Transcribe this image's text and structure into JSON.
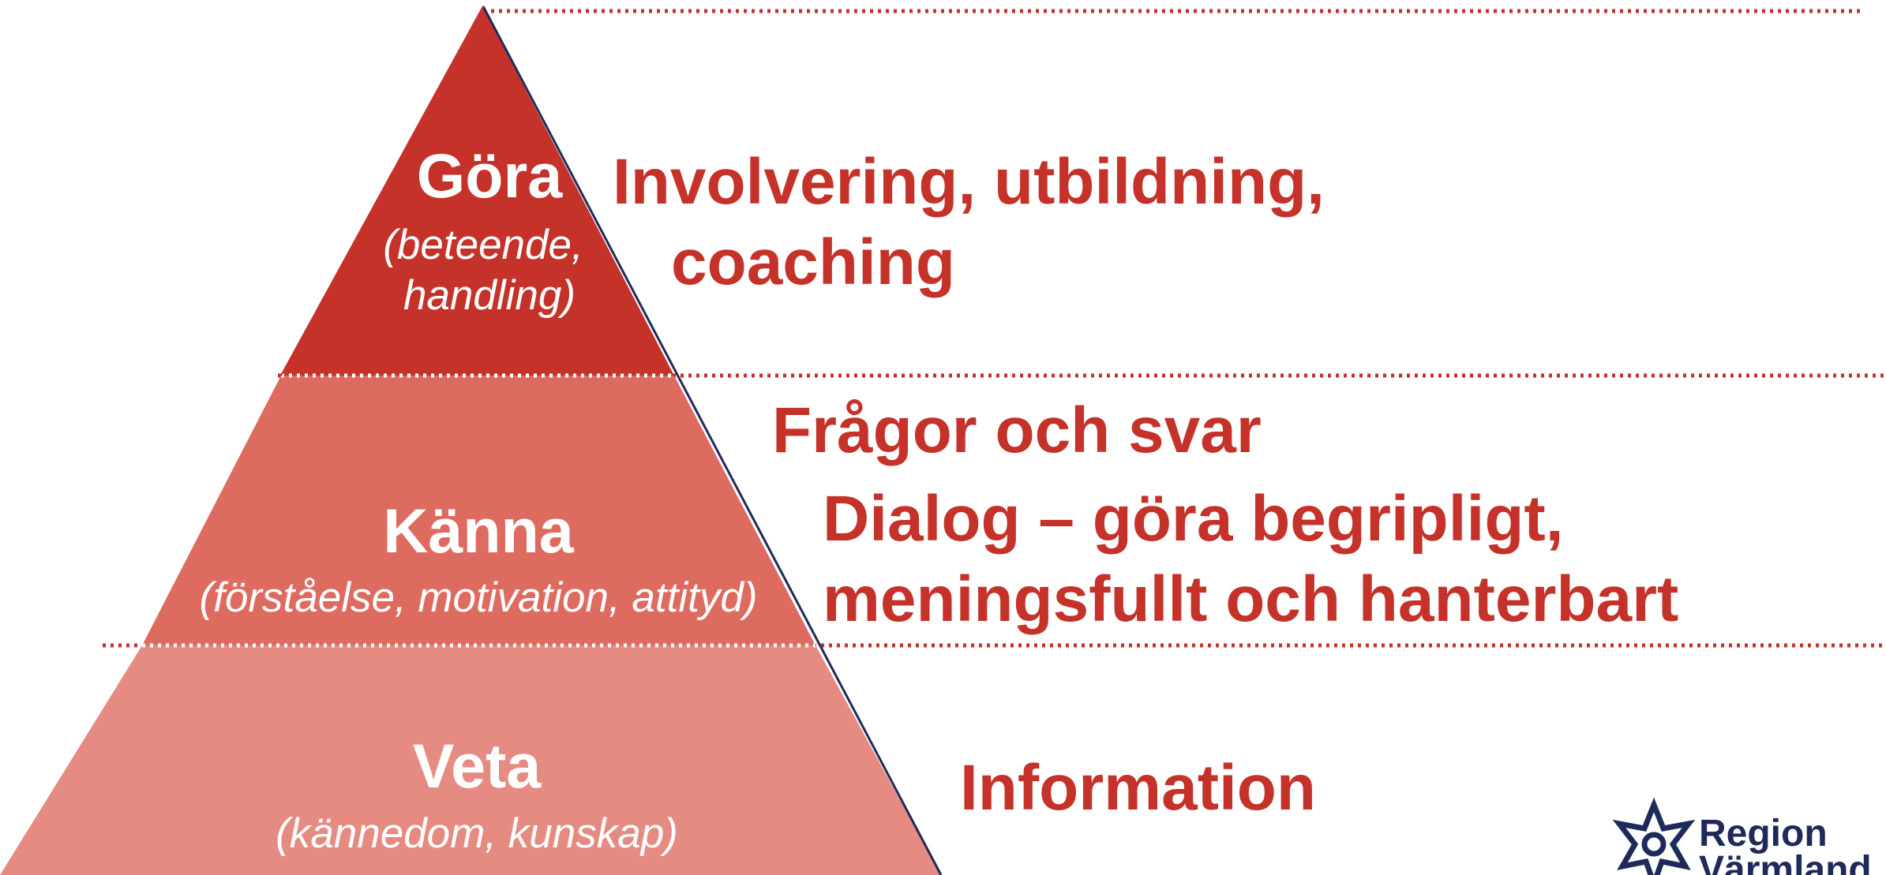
{
  "pyramid": {
    "top": {
      "title": "Göra",
      "subtitle_line1": "(beteende,",
      "subtitle_line2": "handling)",
      "color": "#c5322a"
    },
    "middle": {
      "title": "Känna",
      "subtitle": "(förståelse, motivation, attityd)",
      "color": "#de6b60"
    },
    "bottom": {
      "title": "Veta",
      "subtitle": "(kännedom, kunskap)",
      "color": "#e68b82"
    },
    "outline_color": "#1f2a5a"
  },
  "right_side": {
    "top_line1": "Involvering, utbildning,",
    "top_line2": "coaching",
    "middle_line1": "Frågor och svar",
    "middle_line2": "Dialog – göra begripligt,",
    "middle_line3": "meningsfullt och hanterbart",
    "bottom_line1": "Information",
    "text_color": "#c5322a"
  },
  "divider_color": "#c5322a",
  "logo": {
    "line1": "Region",
    "line2": "Värmland",
    "icon": "flower-star-icon"
  }
}
